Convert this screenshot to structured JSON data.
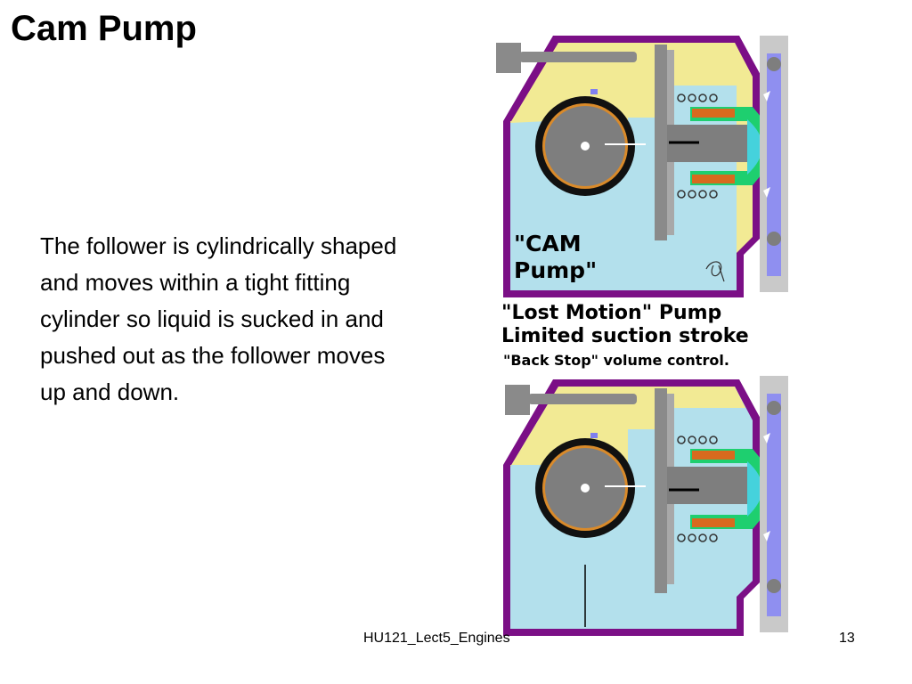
{
  "slide": {
    "title": "Cam Pump",
    "body": "The follower is cylindrically shaped and moves within a tight fitting cylinder so liquid is sucked in and pushed out as the follower moves up and down."
  },
  "figure": {
    "label_line1": "\"CAM",
    "label_line2": "Pump\"",
    "caption_line1": "\"Lost Motion\" Pump",
    "caption_line2": "Limited suction stroke",
    "caption_line3": "\"Back Stop\" volume control."
  },
  "footer": {
    "center": "HU121_Lect5_Engines",
    "page_number": "13"
  },
  "colors": {
    "housing": "#7b0f86",
    "oil_upper": "#f2ea94",
    "liquid": "#b3e0ec",
    "steel": "#7e7e7e",
    "follower": "#1ecf6f",
    "seal": "#d86a1e",
    "diaphragm": "#45d2dc",
    "valve_body": "#8f8ff0",
    "cam_ring": "#d98a2a"
  }
}
